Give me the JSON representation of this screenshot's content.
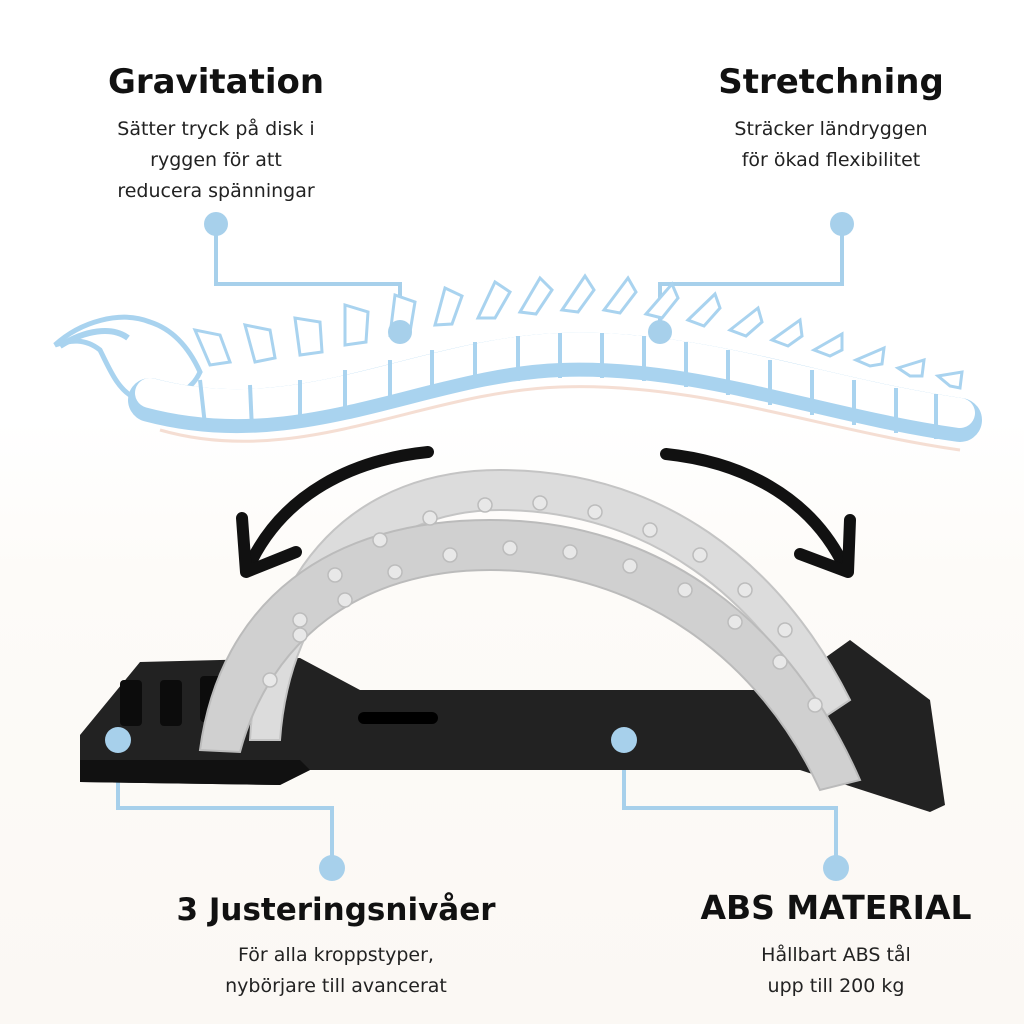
{
  "colors": {
    "accent": "#a7d0eb",
    "bone_blue": "#a9d3ef",
    "bone_shadow": "#f3d6c8",
    "arrow": "#111111",
    "device_arc": "#d6d6d6",
    "device_base": "#222222"
  },
  "callouts": {
    "gravitation": {
      "title": "Gravitation",
      "lines": [
        "Sätter tryck på disk i",
        "ryggen för att",
        "reducera spänningar"
      ]
    },
    "stretchning": {
      "title": "Stretchning",
      "lines": [
        "Sträcker ländryggen",
        "för ökad flexibilitet"
      ]
    },
    "justering": {
      "title": "3 Justeringsnivåer",
      "lines": [
        "För alla kroppstyper,",
        "nybörjare till avancerat"
      ]
    },
    "material": {
      "title": "ABS MATERIAL",
      "lines": [
        "Hållbart ABS tål",
        "upp till 200 kg"
      ]
    }
  },
  "illustrations": {
    "spine": "spine-illustration",
    "arrows": [
      "curved-arrow-left-icon",
      "curved-arrow-right-icon"
    ],
    "device": "back-stretcher-device"
  }
}
